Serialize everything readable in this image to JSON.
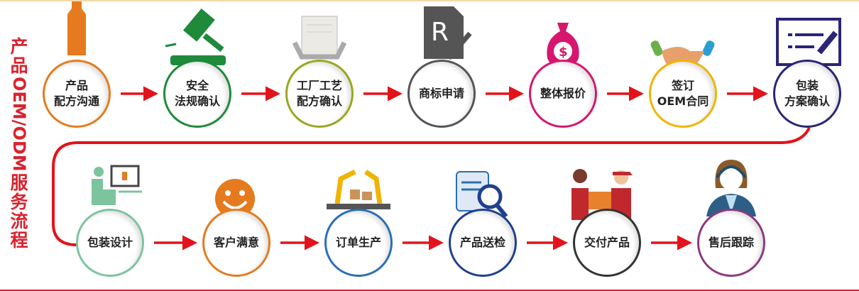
{
  "title": {
    "chars": [
      "产",
      "品",
      "OEM/ODM",
      "服",
      "务",
      "流",
      "程"
    ]
  },
  "steps": [
    {
      "label": [
        "产品",
        "配方沟通"
      ],
      "color": "#e57b1e",
      "icon": "bottle-icon"
    },
    {
      "label": [
        "安全",
        "法规确认"
      ],
      "color": "#1e8a3a",
      "icon": "gavel-icon"
    },
    {
      "label": [
        "工厂工艺",
        "配方确认"
      ],
      "color": "#9aa61e",
      "icon": "document-hands-icon"
    },
    {
      "label": [
        "商标申请"
      ],
      "color": "#555555",
      "icon": "trademark-document-icon"
    },
    {
      "label": [
        "整体报价"
      ],
      "color": "#d6166f",
      "icon": "money-bag-icon"
    },
    {
      "label": [
        "签订",
        "OEM合同"
      ],
      "color": "#f0b400",
      "icon": "handshake-icon"
    },
    {
      "label": [
        "包装",
        "方案确认"
      ],
      "color": "#2a2577",
      "icon": "form-pen-icon"
    },
    {
      "label": [
        "包装设计"
      ],
      "color": "#7cc49e",
      "icon": "designer-computer-icon"
    },
    {
      "label": [
        "客户满意"
      ],
      "color": "#e57b1e",
      "icon": "smiley-icon"
    },
    {
      "label": [
        "订单生产"
      ],
      "color": "#2a6fb5",
      "icon": "robot-arm-factory-icon"
    },
    {
      "label": [
        "产品送检"
      ],
      "color": "#1f3f8f",
      "icon": "document-magnifier-icon"
    },
    {
      "label": [
        "交付产品"
      ],
      "color": "#333333",
      "icon": "delivery-people-icon"
    },
    {
      "label": [
        "售后跟踪"
      ],
      "color": "#8b3a7e",
      "icon": "support-agent-icon"
    }
  ],
  "accent": "#e3131b"
}
